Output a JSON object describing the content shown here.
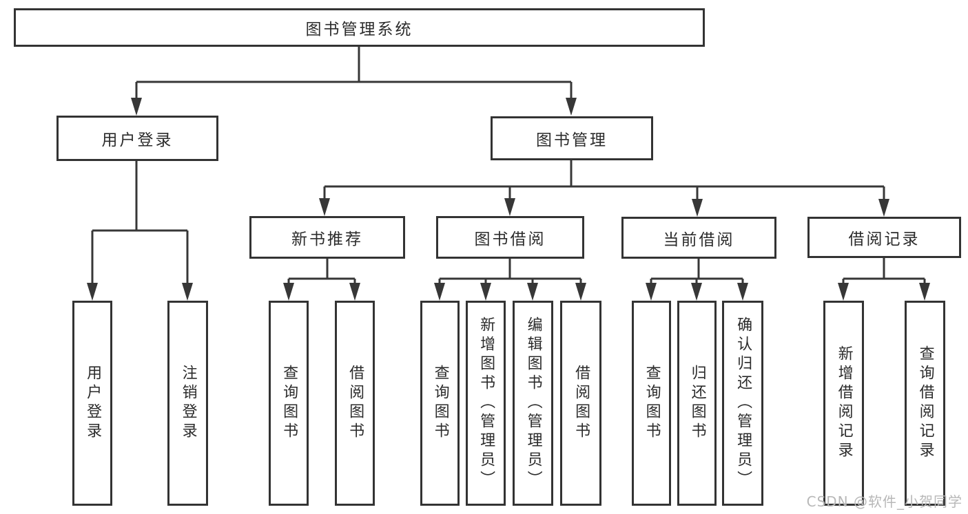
{
  "diagram": {
    "root": {
      "label": "图书管理系统"
    },
    "level1": [
      {
        "label": "用户登录",
        "children": [
          {
            "label": "用户登录"
          },
          {
            "label": "注销登录"
          }
        ]
      },
      {
        "label": "图书管理",
        "children": [
          {
            "label": "新书推荐",
            "children": [
              {
                "label": "查询图书"
              },
              {
                "label": "借阅图书"
              }
            ]
          },
          {
            "label": "图书借阅",
            "children": [
              {
                "label": "查询图书"
              },
              {
                "label": "新增图书（管理员）"
              },
              {
                "label": "编辑图书（管理员）"
              },
              {
                "label": "借阅图书"
              }
            ]
          },
          {
            "label": "当前借阅",
            "children": [
              {
                "label": "查询图书"
              },
              {
                "label": "归还图书"
              },
              {
                "label": "确认归还（管理员）"
              }
            ]
          },
          {
            "label": "借阅记录",
            "children": [
              {
                "label": "新增借阅记录"
              },
              {
                "label": "查询借阅记录"
              }
            ]
          }
        ]
      }
    ]
  },
  "watermark": "CSDN @软件_小贺同学"
}
